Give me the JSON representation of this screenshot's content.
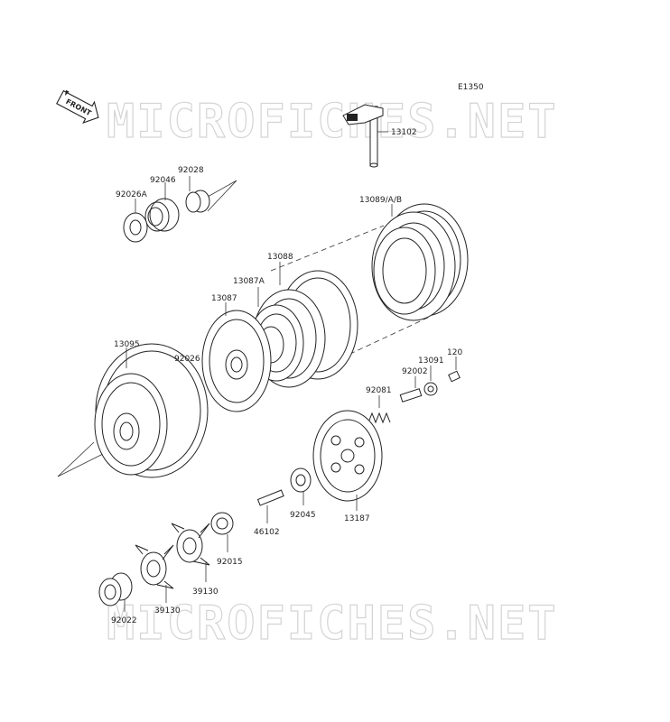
{
  "figure_code": "E1350",
  "front_label": "FRONT",
  "watermark_text": "MICROFICHES.NET",
  "parts": [
    {
      "id": "p13102",
      "number": "13102"
    },
    {
      "id": "p92028",
      "number": "92028"
    },
    {
      "id": "p92046",
      "number": "92046"
    },
    {
      "id": "p92026A",
      "number": "92026A"
    },
    {
      "id": "p13089",
      "number": "13089/A/B"
    },
    {
      "id": "p13088",
      "number": "13088"
    },
    {
      "id": "p13087A",
      "number": "13087A"
    },
    {
      "id": "p13087",
      "number": "13087"
    },
    {
      "id": "p13095",
      "number": "13095"
    },
    {
      "id": "p92026",
      "number": "92026"
    },
    {
      "id": "p120",
      "number": "120"
    },
    {
      "id": "p13091",
      "number": "13091"
    },
    {
      "id": "p92002",
      "number": "92002"
    },
    {
      "id": "p92081",
      "number": "92081"
    },
    {
      "id": "p92045",
      "number": "92045"
    },
    {
      "id": "p13187",
      "number": "13187"
    },
    {
      "id": "p46102",
      "number": "46102"
    },
    {
      "id": "p92015",
      "number": "92015"
    },
    {
      "id": "p39130a",
      "number": "39130"
    },
    {
      "id": "p39130b",
      "number": "39130"
    },
    {
      "id": "p92022",
      "number": "92022"
    }
  ]
}
